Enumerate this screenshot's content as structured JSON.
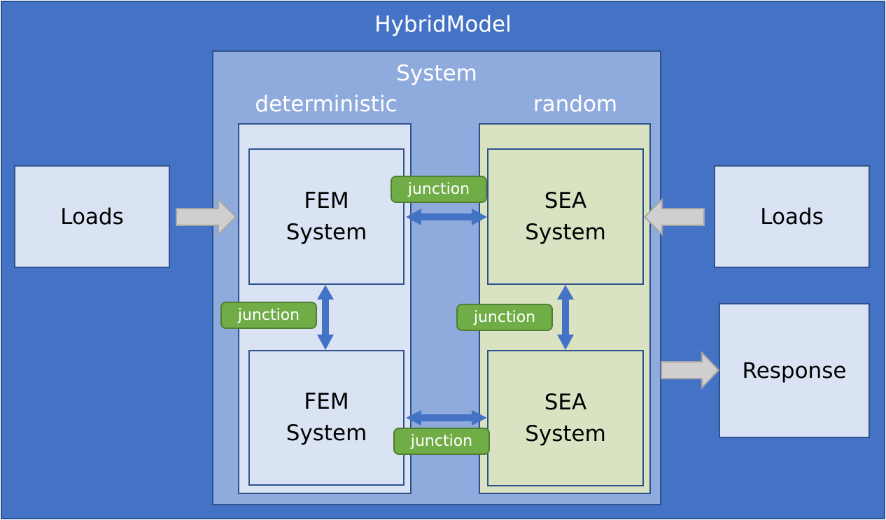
{
  "hybrid_model": {
    "title": "HybridModel",
    "system": {
      "title": "System",
      "deterministic": {
        "label": "deterministic",
        "boxes": [
          {
            "line1": "FEM",
            "line2": "System"
          },
          {
            "line1": "FEM",
            "line2": "System"
          }
        ]
      },
      "random": {
        "label": "random",
        "boxes": [
          {
            "line1": "SEA",
            "line2": "System"
          },
          {
            "line1": "SEA",
            "line2": "System"
          }
        ]
      },
      "junctions": [
        "junction",
        "junction",
        "junction",
        "junction"
      ]
    },
    "loads_left": "Loads",
    "loads_right": "Loads",
    "response": "Response"
  },
  "colors": {
    "outer_fill": "#4472c4",
    "system_fill": "#8faadc",
    "deterministic_fill": "#dae3f3",
    "random_fill": "#d9e3c2",
    "junction_fill": "#70ad47",
    "arrow_blue": "#4472c4",
    "arrow_gray": "#d0cece",
    "border": "#2f528f"
  }
}
